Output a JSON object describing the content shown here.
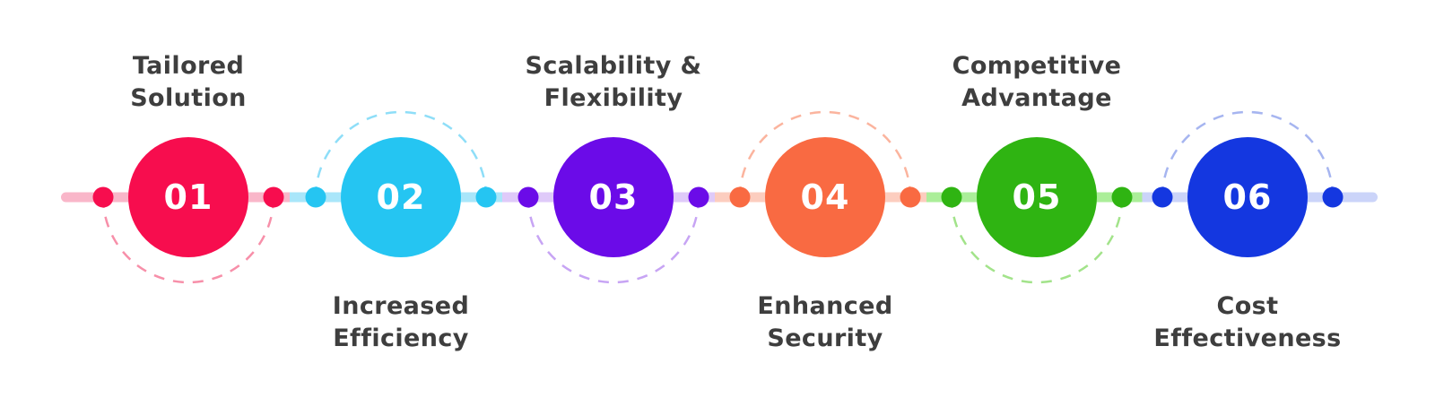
{
  "diagram": {
    "type": "horizontal-process-timeline",
    "background_color": "#ffffff",
    "label_text_color": "#3E3E3E",
    "number_text_color": "#ffffff",
    "steps": [
      {
        "number": "01",
        "label": "Tailored Solution",
        "label_lines": [
          "Tailored",
          "Solution"
        ],
        "label_position": "top",
        "color": "#F70D4E",
        "track_tint": "#F9B6C9",
        "dash_color": "#F78FA9"
      },
      {
        "number": "02",
        "label": "Increased Efficiency",
        "label_lines": [
          "Increased",
          "Efficiency"
        ],
        "label_position": "bottom",
        "color": "#25C5F2",
        "track_tint": "#A9E6FA",
        "dash_color": "#8EDEF8"
      },
      {
        "number": "03",
        "label": "Scalability & Flexibility",
        "label_lines": [
          "Scalability &",
          "Flexibility"
        ],
        "label_position": "top",
        "color": "#6B0BE8",
        "track_tint": "#DFCAF9",
        "dash_color": "#C7A4F4"
      },
      {
        "number": "04",
        "label": "Enhanced Security",
        "label_lines": [
          "Enhanced",
          "Security"
        ],
        "label_position": "bottom",
        "color": "#F96A42",
        "track_tint": "#FCCDBF",
        "dash_color": "#FBB49E"
      },
      {
        "number": "05",
        "label": "Competitive Advantage",
        "label_lines": [
          "Competitive",
          "Advantage"
        ],
        "label_position": "top",
        "color": "#2FB412",
        "track_tint": "#ABEE99",
        "dash_color": "#A2E38A"
      },
      {
        "number": "06",
        "label": "Cost Effectiveness",
        "label_lines": [
          "Cost",
          "Effectiveness"
        ],
        "label_position": "bottom",
        "color": "#1437E0",
        "track_tint": "#CBD4F9",
        "dash_color": "#A6B5F0"
      }
    ]
  }
}
